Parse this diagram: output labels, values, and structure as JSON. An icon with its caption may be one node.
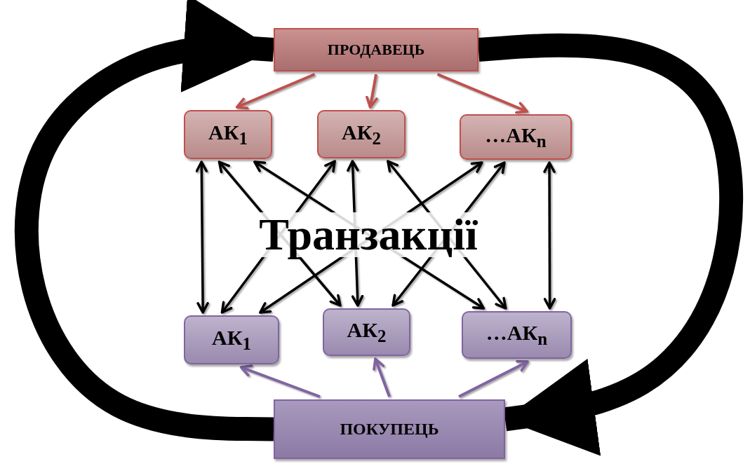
{
  "diagram": {
    "nodes": [
      {
        "text": [
          "ПРОДАВЕЦЬ"
        ]
      },
      {
        "text": [
          "АК$_{1}$"
        ]
      },
      {
        "text": [
          "АК$_{2}$"
        ]
      },
      {
        "text": [
          "…АК$_{n}$"
        ]
      },
      {
        "text": [
          "АК$_{1}$"
        ]
      },
      {
        "text": [
          "АК$_{2}$"
        ]
      },
      {
        "text": [
          "…АК$_{n}$"
        ]
      },
      {
        "text": [
          "ПОКУПЕЦЬ"
        ]
      }
    ],
    "edges": [
      {
        "from": 0,
        "to": 1,
        "arrow": "to",
        "color": "#c0504d"
      },
      {
        "from": 0,
        "to": 2,
        "arrow": "to",
        "color": "#c0504d"
      },
      {
        "from": 0,
        "to": 3,
        "arrow": "to",
        "color": "#c0504d"
      },
      {
        "from": 1,
        "to": 4,
        "arrow": "both"
      },
      {
        "from": 1,
        "to": 5,
        "arrow": "both"
      },
      {
        "from": 1,
        "to": 6,
        "arrow": "both"
      },
      {
        "from": 2,
        "to": 4,
        "arrow": "both"
      },
      {
        "from": 2,
        "to": 5,
        "arrow": "both"
      },
      {
        "from": 2,
        "to": 6,
        "arrow": "both"
      },
      {
        "from": 3,
        "to": 4,
        "arrow": "both"
      },
      {
        "from": 3,
        "to": 5,
        "arrow": "both"
      },
      {
        "from": 3,
        "to": 6,
        "arrow": "both"
      },
      {
        "from": 7,
        "to": 4,
        "arrow": "to",
        "color": "#8064a2"
      },
      {
        "from": 7,
        "to": 5,
        "arrow": "to",
        "color": "#8064a2"
      },
      {
        "from": 7,
        "to": 6,
        "arrow": "to",
        "color": "#8064a2"
      },
      {
        "from": 0,
        "to": 7,
        "arrow": "to",
        "style": "thick"
      },
      {
        "from": 7,
        "to": 0,
        "arrow": "to",
        "style": "thick"
      }
    ],
    "labels": [
      "Транзакції"
    ]
  }
}
